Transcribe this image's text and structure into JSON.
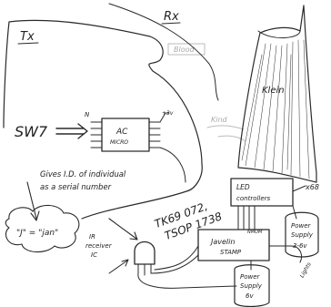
{
  "labels": {
    "tx": "Tx",
    "rx": "Rx",
    "sw7": "SW7",
    "chip_top": "AC",
    "chip_bottom": "MICRO",
    "vdd": "+3v",
    "n_pin": "N",
    "note_line1": "Gives I.D. of individual",
    "note_line2": "as a serial number",
    "bubble": "\"J\" = \"jan\"",
    "ir_line1": "IR",
    "ir_line2": "receiver",
    "ir_line3": "IC",
    "tk_line1": "TK69 072,",
    "tk_line2": "TSOP 1738",
    "led_line1": "LED",
    "led_line2": "controllers",
    "javelin_line1": "Javelin",
    "javelin_line2": "STAMP",
    "vdd_small": "NMOM",
    "ps_left_1": "Power",
    "ps_left_2": "Supply",
    "ps_left_3": "6v",
    "ps_right_1": "Power",
    "ps_right_2": "Supply",
    "ps_right_3": "3-6v",
    "klein": "Klein",
    "x68": "x68",
    "wires": "Lights",
    "faint_top": "Blood",
    "faint_mid": "Kind"
  },
  "colors": {
    "ink": "#2a2a2a",
    "paper": "#ffffff"
  }
}
